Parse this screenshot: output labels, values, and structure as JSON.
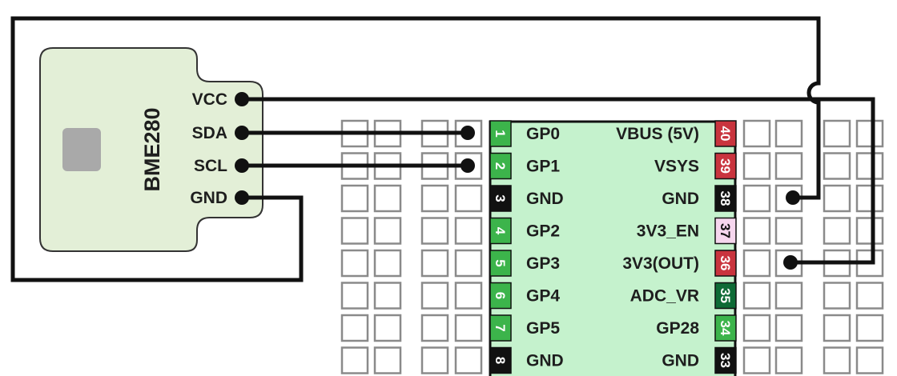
{
  "sensor": {
    "name": "BME280",
    "pins": [
      {
        "label": "VCC"
      },
      {
        "label": "SDA"
      },
      {
        "label": "SCL"
      },
      {
        "label": "GND"
      }
    ]
  },
  "pico": {
    "left_pins": [
      {
        "num": "1",
        "label": "GP0",
        "kind": "gpio"
      },
      {
        "num": "2",
        "label": "GP1",
        "kind": "gpio"
      },
      {
        "num": "3",
        "label": "GND",
        "kind": "gnd"
      },
      {
        "num": "4",
        "label": "GP2",
        "kind": "gpio"
      },
      {
        "num": "5",
        "label": "GP3",
        "kind": "gpio"
      },
      {
        "num": "6",
        "label": "GP4",
        "kind": "gpio"
      },
      {
        "num": "7",
        "label": "GP5",
        "kind": "gpio"
      },
      {
        "num": "8",
        "label": "GND",
        "kind": "gnd"
      }
    ],
    "right_pins": [
      {
        "num": "40",
        "label": "VBUS (5V)",
        "kind": "power"
      },
      {
        "num": "39",
        "label": "VSYS",
        "kind": "power"
      },
      {
        "num": "38",
        "label": "GND",
        "kind": "gnd"
      },
      {
        "num": "37",
        "label": "3V3_EN",
        "kind": "enable"
      },
      {
        "num": "36",
        "label": "3V3(OUT)",
        "kind": "power"
      },
      {
        "num": "35",
        "label": "ADC_VR",
        "kind": "adc"
      },
      {
        "num": "34",
        "label": "GP28",
        "kind": "gpio"
      },
      {
        "num": "33",
        "label": "GND",
        "kind": "gnd"
      }
    ]
  },
  "colors": {
    "sensor_board": "#e3efd7",
    "sensor_chip": "#a9a9a9",
    "pico_board": "#c5f2cd",
    "gpio": "#3cb44b",
    "gnd": "#111111",
    "power": "#c9343e",
    "enable": "#f6d6ee",
    "adc": "#0e6b36",
    "wire": "#111111",
    "hole_border": "#8a8a8a"
  }
}
